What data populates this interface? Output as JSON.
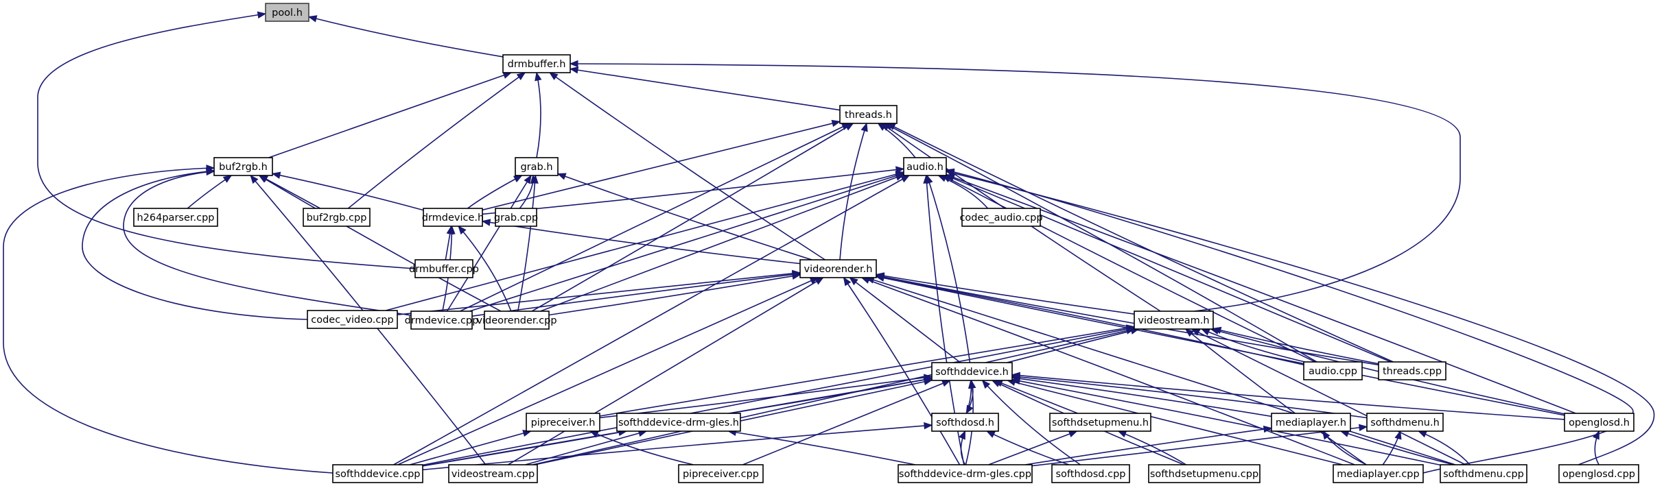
{
  "diagram": {
    "type": "include-dependency-graph",
    "colors": {
      "edge": "#191970",
      "root_fill": "#bfbfbf",
      "node_fill": "#ffffff",
      "node_border": "#000000"
    },
    "root": "pool.h",
    "nodes": [
      {
        "id": "pool_h",
        "label": "pool.h",
        "root": true
      },
      {
        "id": "drmbuffer_h",
        "label": "drmbuffer.h"
      },
      {
        "id": "threads_h",
        "label": "threads.h"
      },
      {
        "id": "buf2rgb_h",
        "label": "buf2rgb.h"
      },
      {
        "id": "grab_h",
        "label": "grab.h"
      },
      {
        "id": "audio_h",
        "label": "audio.h"
      },
      {
        "id": "h264parser_cpp",
        "label": "h264parser.cpp"
      },
      {
        "id": "buf2rgb_cpp",
        "label": "buf2rgb.cpp"
      },
      {
        "id": "drmdevice_h",
        "label": "drmdevice.h"
      },
      {
        "id": "grab_cpp",
        "label": "grab.cpp"
      },
      {
        "id": "codec_audio_cpp",
        "label": "codec_audio.cpp"
      },
      {
        "id": "drmbuffer_cpp",
        "label": "drmbuffer.cpp"
      },
      {
        "id": "videorender_h",
        "label": "videorender.h"
      },
      {
        "id": "codec_video_cpp",
        "label": "codec_video.cpp"
      },
      {
        "id": "drmdevice_cpp",
        "label": "drmdevice.cpp"
      },
      {
        "id": "videorender_cpp",
        "label": "videorender.cpp"
      },
      {
        "id": "videostream_h",
        "label": "videostream.h"
      },
      {
        "id": "softhddevice_h",
        "label": "softhddevice.h"
      },
      {
        "id": "audio_cpp",
        "label": "audio.cpp"
      },
      {
        "id": "threads_cpp",
        "label": "threads.cpp"
      },
      {
        "id": "pipreceiver_h",
        "label": "pipreceiver.h"
      },
      {
        "id": "softhddevice_drm_gles_h",
        "label": "softhddevice-drm-gles.h"
      },
      {
        "id": "softhdosd_h",
        "label": "softhdosd.h"
      },
      {
        "id": "softhdsetupmenu_h",
        "label": "softhdsetupmenu.h"
      },
      {
        "id": "mediaplayer_h",
        "label": "mediaplayer.h"
      },
      {
        "id": "softhdmenu_h",
        "label": "softhdmenu.h"
      },
      {
        "id": "openglosd_h",
        "label": "openglosd.h"
      },
      {
        "id": "softhddevice_cpp",
        "label": "softhddevice.cpp"
      },
      {
        "id": "videostream_cpp",
        "label": "videostream.cpp"
      },
      {
        "id": "pipreceiver_cpp",
        "label": "pipreceiver.cpp"
      },
      {
        "id": "softhddevice_drm_gles_cpp",
        "label": "softhddevice-drm-gles.cpp"
      },
      {
        "id": "softhdosd_cpp",
        "label": "softhdosd.cpp"
      },
      {
        "id": "softhdsetupmenu_cpp",
        "label": "softhdsetupmenu.cpp"
      },
      {
        "id": "mediaplayer_cpp",
        "label": "mediaplayer.cpp"
      },
      {
        "id": "softhdmenu_cpp",
        "label": "softhdmenu.cpp"
      },
      {
        "id": "openglosd_cpp",
        "label": "openglosd.cpp"
      }
    ],
    "edges": [
      [
        "drmbuffer_h",
        "pool_h"
      ],
      [
        "drmbuffer_cpp",
        "pool_h"
      ],
      [
        "threads_h",
        "drmbuffer_h"
      ],
      [
        "buf2rgb_h",
        "drmbuffer_h"
      ],
      [
        "grab_h",
        "drmbuffer_h"
      ],
      [
        "buf2rgb_cpp",
        "drmbuffer_h"
      ],
      [
        "videorender_h",
        "drmbuffer_h"
      ],
      [
        "videostream_h",
        "drmbuffer_h"
      ],
      [
        "audio_h",
        "threads_h"
      ],
      [
        "drmdevice_h",
        "threads_h"
      ],
      [
        "videorender_h",
        "threads_h"
      ],
      [
        "videostream_h",
        "threads_h"
      ],
      [
        "drmdevice_cpp",
        "threads_h"
      ],
      [
        "videorender_cpp",
        "threads_h"
      ],
      [
        "audio_cpp",
        "threads_h"
      ],
      [
        "threads_cpp",
        "threads_h"
      ],
      [
        "h264parser_cpp",
        "buf2rgb_h"
      ],
      [
        "buf2rgb_cpp",
        "buf2rgb_h"
      ],
      [
        "drmdevice_h",
        "buf2rgb_h"
      ],
      [
        "codec_video_cpp",
        "buf2rgb_h"
      ],
      [
        "drmdevice_cpp",
        "buf2rgb_h"
      ],
      [
        "videorender_cpp",
        "buf2rgb_h"
      ],
      [
        "softhddevice_cpp",
        "buf2rgb_h"
      ],
      [
        "videostream_cpp",
        "buf2rgb_h"
      ],
      [
        "grab_cpp",
        "grab_h"
      ],
      [
        "drmdevice_h",
        "grab_h"
      ],
      [
        "videorender_h",
        "grab_h"
      ],
      [
        "drmdevice_cpp",
        "grab_h"
      ],
      [
        "videorender_cpp",
        "grab_h"
      ],
      [
        "codec_audio_cpp",
        "audio_h"
      ],
      [
        "drmdevice_h",
        "audio_h"
      ],
      [
        "codec_video_cpp",
        "audio_h"
      ],
      [
        "drmdevice_cpp",
        "audio_h"
      ],
      [
        "videorender_cpp",
        "audio_h"
      ],
      [
        "softhddevice_h",
        "audio_h"
      ],
      [
        "softhddevice_drm_gles_cpp",
        "audio_h"
      ],
      [
        "audio_cpp",
        "audio_h"
      ],
      [
        "threads_cpp",
        "audio_h"
      ],
      [
        "openglosd_h",
        "audio_h"
      ],
      [
        "mediaplayer_cpp",
        "audio_h"
      ],
      [
        "openglosd_cpp",
        "audio_h"
      ],
      [
        "softhddevice_cpp",
        "audio_h"
      ],
      [
        "drmbuffer_cpp",
        "drmdevice_h"
      ],
      [
        "drmdevice_cpp",
        "drmdevice_h"
      ],
      [
        "videorender_cpp",
        "drmdevice_h"
      ],
      [
        "videorender_h",
        "drmdevice_h"
      ],
      [
        "videostream_h",
        "videorender_h"
      ],
      [
        "softhddevice_h",
        "videorender_h"
      ],
      [
        "codec_video_cpp",
        "videorender_h"
      ],
      [
        "drmdevice_cpp",
        "videorender_h"
      ],
      [
        "videorender_cpp",
        "videorender_h"
      ],
      [
        "softhddevice_cpp",
        "videorender_h"
      ],
      [
        "videostream_cpp",
        "videorender_h"
      ],
      [
        "softhddevice_drm_gles_cpp",
        "videorender_h"
      ],
      [
        "audio_cpp",
        "videorender_h"
      ],
      [
        "threads_cpp",
        "videorender_h"
      ],
      [
        "openglosd_h",
        "videorender_h"
      ],
      [
        "softhdmenu_cpp",
        "videorender_h"
      ],
      [
        "mediaplayer_cpp",
        "videorender_h"
      ],
      [
        "softhddevice_h",
        "videostream_h"
      ],
      [
        "audio_cpp",
        "videostream_h"
      ],
      [
        "threads_cpp",
        "videostream_h"
      ],
      [
        "pipreceiver_h",
        "videostream_h"
      ],
      [
        "softhddevice_cpp",
        "videostream_h"
      ],
      [
        "videostream_cpp",
        "videostream_h"
      ],
      [
        "openglosd_h",
        "videostream_h"
      ],
      [
        "mediaplayer_cpp",
        "videostream_h"
      ],
      [
        "softhdmenu_cpp",
        "videostream_h"
      ],
      [
        "softhdosd_h",
        "softhddevice_h"
      ],
      [
        "softhddevice_h",
        "softhdosd_h"
      ],
      [
        "pipreceiver_h",
        "softhddevice_h"
      ],
      [
        "softhddevice_drm_gles_h",
        "softhddevice_h"
      ],
      [
        "softhdsetupmenu_h",
        "softhddevice_h"
      ],
      [
        "mediaplayer_h",
        "softhddevice_h"
      ],
      [
        "softhdmenu_h",
        "softhddevice_h"
      ],
      [
        "openglosd_h",
        "softhddevice_h"
      ],
      [
        "softhddevice_cpp",
        "softhddevice_h"
      ],
      [
        "videostream_cpp",
        "softhddevice_h"
      ],
      [
        "pipreceiver_cpp",
        "softhddevice_h"
      ],
      [
        "softhddevice_drm_gles_cpp",
        "softhddevice_h"
      ],
      [
        "softhdosd_cpp",
        "softhddevice_h"
      ],
      [
        "softhdsetupmenu_cpp",
        "softhddevice_h"
      ],
      [
        "mediaplayer_cpp",
        "softhddevice_h"
      ],
      [
        "softhdmenu_cpp",
        "softhddevice_h"
      ],
      [
        "softhddevice_cpp",
        "pipreceiver_h"
      ],
      [
        "pipreceiver_cpp",
        "pipreceiver_h"
      ],
      [
        "softhddevice_cpp",
        "softhddevice_drm_gles_h"
      ],
      [
        "videostream_cpp",
        "softhddevice_drm_gles_h"
      ],
      [
        "softhddevice_drm_gles_cpp",
        "softhddevice_drm_gles_h"
      ],
      [
        "softhddevice_cpp",
        "softhdosd_h"
      ],
      [
        "softhddevice_drm_gles_cpp",
        "softhdosd_h"
      ],
      [
        "softhdosd_cpp",
        "softhdosd_h"
      ],
      [
        "softhddevice_drm_gles_cpp",
        "softhdsetupmenu_h"
      ],
      [
        "softhdsetupmenu_cpp",
        "softhdsetupmenu_h"
      ],
      [
        "softhddevice_drm_gles_cpp",
        "mediaplayer_h"
      ],
      [
        "mediaplayer_cpp",
        "mediaplayer_h"
      ],
      [
        "softhdmenu_cpp",
        "mediaplayer_h"
      ],
      [
        "softhddevice_drm_gles_cpp",
        "softhdmenu_h"
      ],
      [
        "mediaplayer_cpp",
        "softhdmenu_h"
      ],
      [
        "softhdmenu_cpp",
        "softhdmenu_h"
      ],
      [
        "openglosd_cpp",
        "openglosd_h"
      ]
    ]
  }
}
